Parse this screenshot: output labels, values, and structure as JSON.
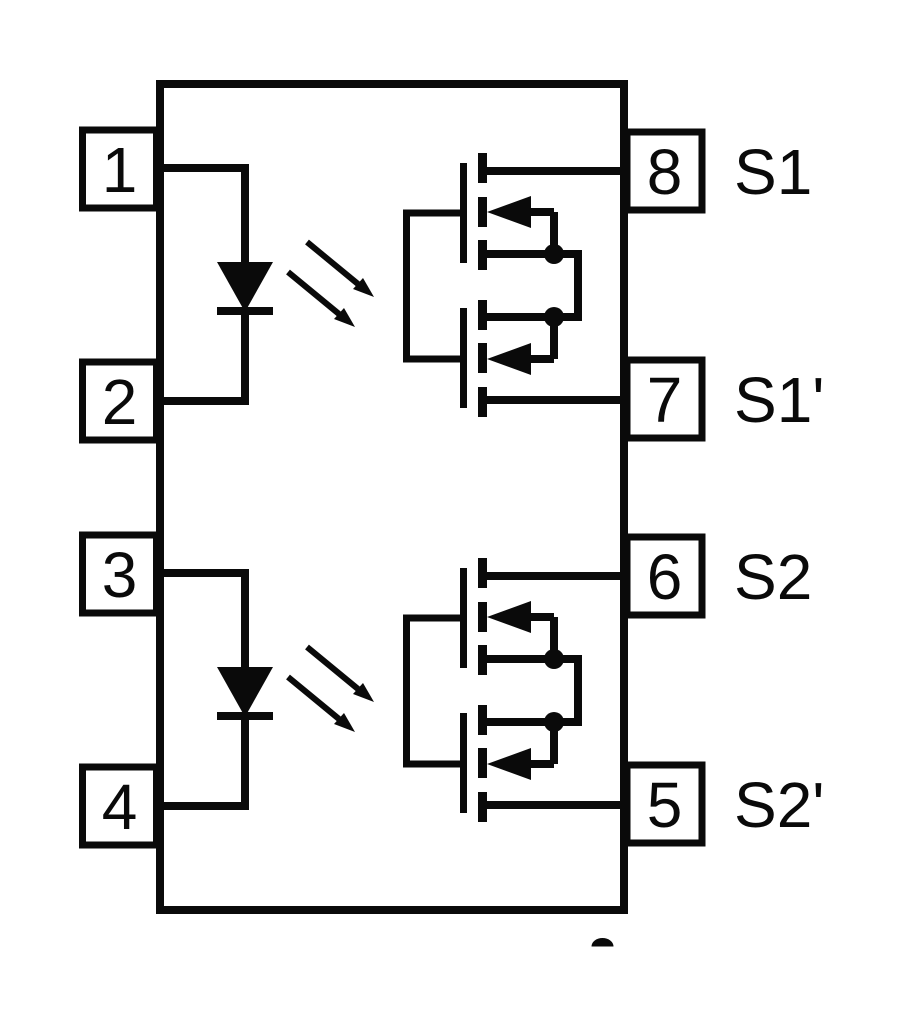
{
  "colors": {
    "line": "#0a0a0a",
    "background": "#ffffff"
  },
  "ic": {
    "left_pins": [
      {
        "number": "1"
      },
      {
        "number": "2"
      },
      {
        "number": "3"
      },
      {
        "number": "4"
      }
    ],
    "right_pins": [
      {
        "number": "8",
        "label": "S1"
      },
      {
        "number": "7",
        "label": "S1'"
      },
      {
        "number": "6",
        "label": "S2"
      },
      {
        "number": "5",
        "label": "S2'"
      }
    ]
  }
}
